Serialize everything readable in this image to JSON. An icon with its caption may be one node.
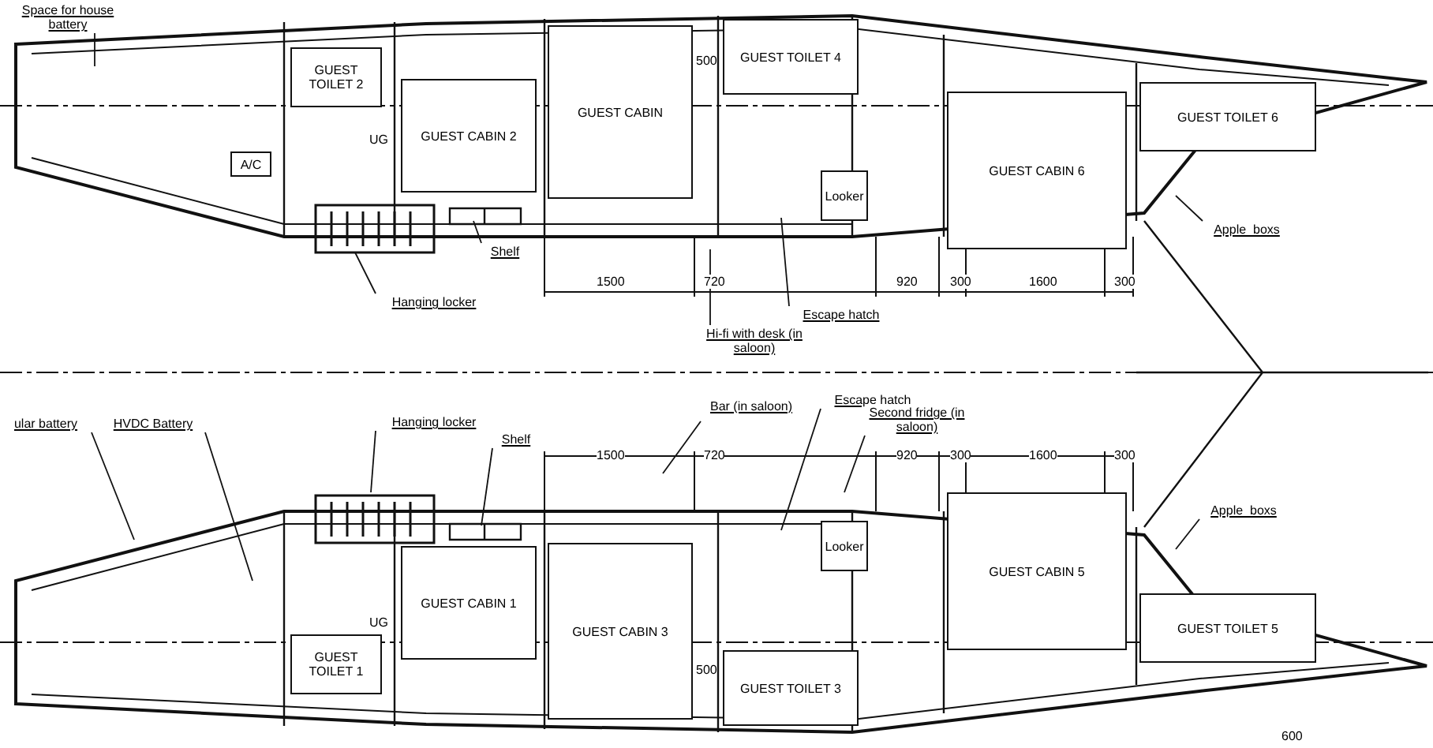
{
  "diagram": {
    "nodes": [
      {
        "text": [
          "GUEST TOILET 2"
        ]
      },
      {
        "text": [
          "GUEST CABIN 2"
        ]
      },
      {
        "text": [
          "GUEST CABIN"
        ]
      },
      {
        "text": [
          "GUEST TOILET 4"
        ]
      },
      {
        "text": [
          "Looker"
        ]
      },
      {
        "text": [
          "GUEST CABIN 6"
        ]
      },
      {
        "text": [
          "GUEST TOILET 6"
        ]
      },
      {
        "text": [
          "A/C"
        ]
      },
      {
        "text": [
          "Space for house battery"
        ]
      },
      {
        "text": [
          "Hanging locker"
        ]
      },
      {
        "text": [
          "Shelf"
        ]
      },
      {
        "text": [
          "Escape hatch"
        ]
      },
      {
        "text": [
          "Hi-fi with desk (in saloon)"
        ]
      },
      {
        "text": [
          "Apple_boxs"
        ]
      },
      {
        "text": [
          "ular battery"
        ]
      },
      {
        "text": [
          "HVDC Battery"
        ]
      },
      {
        "text": [
          "Hanging locker"
        ]
      },
      {
        "text": [
          "Shelf"
        ]
      },
      {
        "text": [
          "Bar (in saloon)"
        ]
      },
      {
        "text": [
          "Escape hatch"
        ]
      },
      {
        "text": [
          "Second fridge (in saloon)"
        ]
      },
      {
        "text": [
          "GUEST CABIN 1"
        ]
      },
      {
        "text": [
          "GUEST TOILET 1"
        ]
      },
      {
        "text": [
          "GUEST CABIN 3"
        ]
      },
      {
        "text": [
          "GUEST TOILET 3"
        ]
      },
      {
        "text": [
          "Looker"
        ]
      },
      {
        "text": [
          "GUEST CABIN 5"
        ]
      },
      {
        "text": [
          "GUEST TOILET 5"
        ]
      },
      {
        "text": [
          "Apple_boxs"
        ]
      }
    ],
    "edges": [
      {
        "from": 8,
        "to": null,
        "arrow": "none"
      },
      {
        "from": 9,
        "to": null,
        "arrow": "none"
      },
      {
        "from": 10,
        "to": null,
        "arrow": "none"
      },
      {
        "from": 11,
        "to": null,
        "arrow": "none"
      },
      {
        "from": 12,
        "to": null,
        "arrow": "none"
      },
      {
        "from": 13,
        "to": null,
        "arrow": "none"
      },
      {
        "from": 14,
        "to": null,
        "arrow": "none"
      },
      {
        "from": 15,
        "to": null,
        "arrow": "none"
      },
      {
        "from": 16,
        "to": null,
        "arrow": "none"
      },
      {
        "from": 17,
        "to": null,
        "arrow": "none"
      },
      {
        "from": 18,
        "to": null,
        "arrow": "none"
      },
      {
        "from": 19,
        "to": null,
        "arrow": "none"
      },
      {
        "from": 20,
        "to": null,
        "arrow": "none"
      },
      {
        "from": 28,
        "to": null,
        "arrow": "none"
      }
    ],
    "labels": [
      "UG",
      "500",
      "1500",
      "720",
      "920",
      "300",
      "1600",
      "300",
      "1500",
      "720",
      "920",
      "300",
      "1600",
      "300",
      "UG",
      "500",
      "600"
    ]
  }
}
